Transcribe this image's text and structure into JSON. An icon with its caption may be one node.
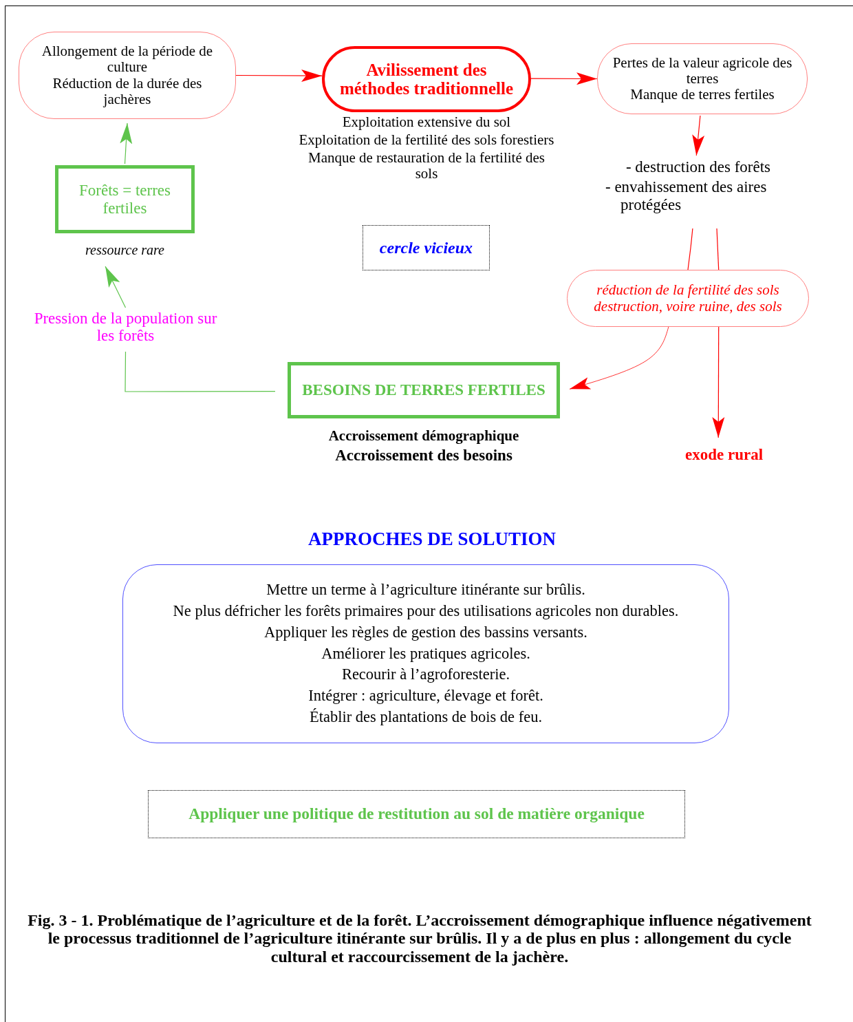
{
  "diagram": {
    "caption": "Fig. 3 - 1. Problématique de l’agriculture et de la forêt. L’accroissement démographique influence négativement le processus traditionnel de l’agriculture itinérante sur brûlis. Il y a de plus en plus : allongement du cycle cultural et raccourcissement de la jachère.",
    "nodes": [
      {
        "text": [
          "Allongement de la période de culture",
          "Réduction de la durée des jachères"
        ]
      },
      {
        "text": [
          "Avilissement des méthodes traditionnelle"
        ],
        "beside": [
          "Exploitation extensive du sol",
          "Exploitation de la fertilité des sols forestiers",
          "Manque de restauration de la fertilité des sols"
        ]
      },
      {
        "text": [
          "Pertes de la valeur agricole des terres",
          "Manque de terres fertiles"
        ]
      },
      {
        "text": [
          "- destruction des forêts",
          "- envahissement des aires protégées"
        ]
      },
      {
        "text": [
          "réduction de la fertilité des sols",
          "destruction, voire ruine, des sols"
        ]
      },
      {
        "text": [
          "exode rural"
        ]
      },
      {
        "text": [
          "BESOINS DE TERRES FERTILES"
        ],
        "beside": [
          "Accroissement démographique",
          "Accroissement des besoins"
        ]
      },
      {
        "text": [
          "Pression de la population sur les forêts"
        ]
      },
      {
        "text": [
          "Forêts = terres fertiles"
        ],
        "beside": [
          "ressource rare"
        ]
      },
      {
        "text": [
          "cercle vicieux"
        ]
      },
      {
        "text": [
          "Mettre un terme à l’agriculture itinérante sur brûlis.",
          "Ne plus défricher les forêts primaires pour des utilisations agricoles non durables.",
          "Appliquer les règles de gestion des bassins versants.",
          "Améliorer les pratiques agricoles.",
          "Recourir à l’agroforesterie.",
          "Intégrer : agriculture, élevage et forêt.",
          "Établir des plantations de bois de feu."
        ]
      },
      {
        "text": [
          "Appliquer une politique de restitution au sol de matière organique"
        ]
      }
    ],
    "edges": [
      {
        "from": 0,
        "to": 1,
        "arrow": "to"
      },
      {
        "from": 1,
        "to": 2,
        "arrow": "to"
      },
      {
        "from": 2,
        "to": 3,
        "arrow": "to"
      },
      {
        "from": 3,
        "to": 4,
        "arrow": "none"
      },
      {
        "from": 3,
        "to": 4,
        "arrow": "none"
      },
      {
        "from": 4,
        "to": 6,
        "arrow": "to"
      },
      {
        "from": 4,
        "to": 5,
        "arrow": "to"
      },
      {
        "from": 6,
        "to": 7,
        "arrow": "none",
        "color": "#5ec44c"
      },
      {
        "from": 7,
        "to": 8,
        "arrow": "to",
        "color": "#5ec44c"
      },
      {
        "from": 8,
        "to": 0,
        "arrow": "to",
        "color": "#5ec44c"
      }
    ],
    "labels": [
      "APPROCHES DE SOLUTION"
    ]
  }
}
